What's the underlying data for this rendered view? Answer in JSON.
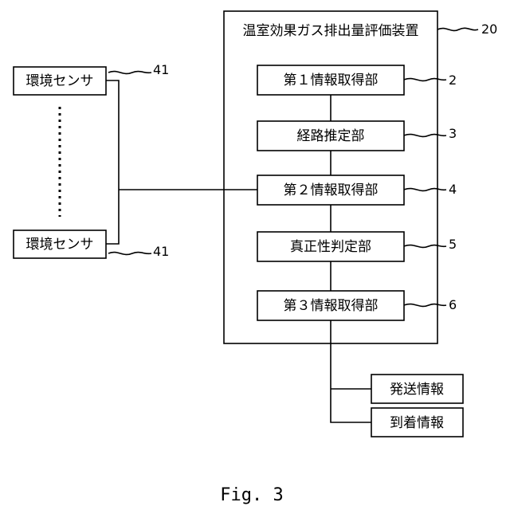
{
  "device": {
    "title": "温室効果ガス排出量評価装置",
    "ref": "20"
  },
  "components": [
    {
      "label": "第１情報取得部",
      "ref": "2"
    },
    {
      "label": "経路推定部",
      "ref": "3"
    },
    {
      "label": "第２情報取得部",
      "ref": "4"
    },
    {
      "label": "真正性判定部",
      "ref": "5"
    },
    {
      "label": "第３情報取得部",
      "ref": "6"
    }
  ],
  "sensors": [
    {
      "label": "環境センサ",
      "ref": "41"
    },
    {
      "label": "環境センサ",
      "ref": "41"
    }
  ],
  "outputs": [
    {
      "label": "発送情報"
    },
    {
      "label": "到着情報"
    }
  ],
  "caption": "Fig. 3"
}
